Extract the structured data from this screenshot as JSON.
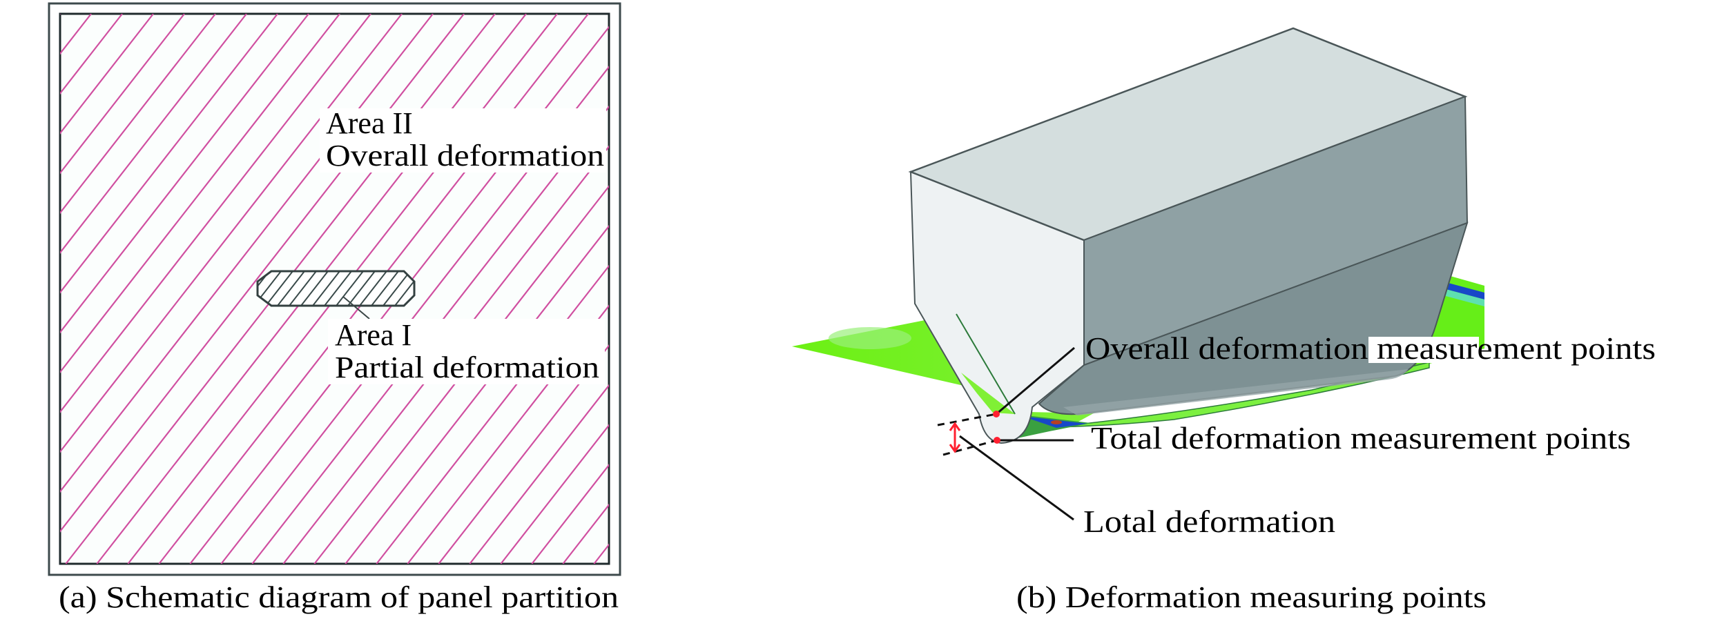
{
  "figure": {
    "panel_a": {
      "caption": "(a) Schematic diagram of panel partition",
      "hatch_color": "#d04fa0",
      "inner_hatch_color": "#3a4a4a",
      "area_two": {
        "title": "Area II",
        "subtitle": "Overall deformation"
      },
      "area_one": {
        "title": "Area I",
        "subtitle": "Partial deformation"
      }
    },
    "panel_b": {
      "caption": "(b) Deformation measuring points",
      "labels": {
        "overall_points": "Overall deformation measurement points",
        "total_points": "Total deformation measurement points",
        "local_deformation": "Lotal deformation"
      },
      "colors": {
        "block_top": "#d4dede",
        "block_light": "#eef2f3",
        "block_upper_side": "#8fa1a4",
        "block_lower_side": "#7e9194",
        "plate_green": "#6cf013",
        "plate_light": "#9af07a",
        "plate_cyan": "#5ee0b0",
        "plate_blue": "#1848c8",
        "marker_red": "#ff2030"
      }
    }
  }
}
